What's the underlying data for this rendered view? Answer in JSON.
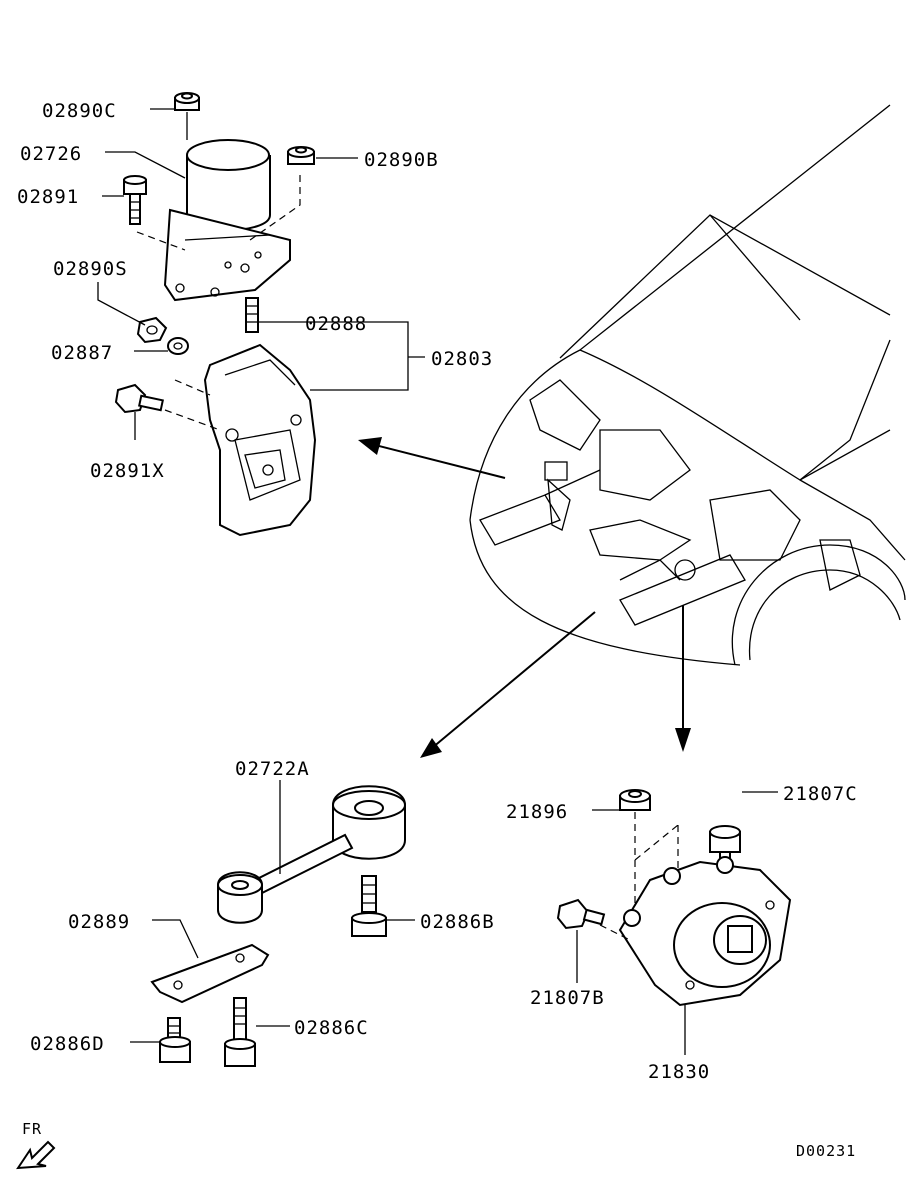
{
  "labels": {
    "p02890C": "02890C",
    "p02726": "02726",
    "p02890B": "02890B",
    "p02891": "02891",
    "p02890S": "02890S",
    "p02888": "02888",
    "p02887": "02887",
    "p02803": "02803",
    "p02891X": "02891X",
    "p02722A": "02722A",
    "p02889": "02889",
    "p02886B": "02886B",
    "p02886D": "02886D",
    "p02886C": "02886C",
    "p21896": "21896",
    "p21807C": "21807C",
    "p21807B": "21807B",
    "p21830": "21830"
  },
  "footer": {
    "direction": "FR",
    "diagram_code": "D00231"
  }
}
